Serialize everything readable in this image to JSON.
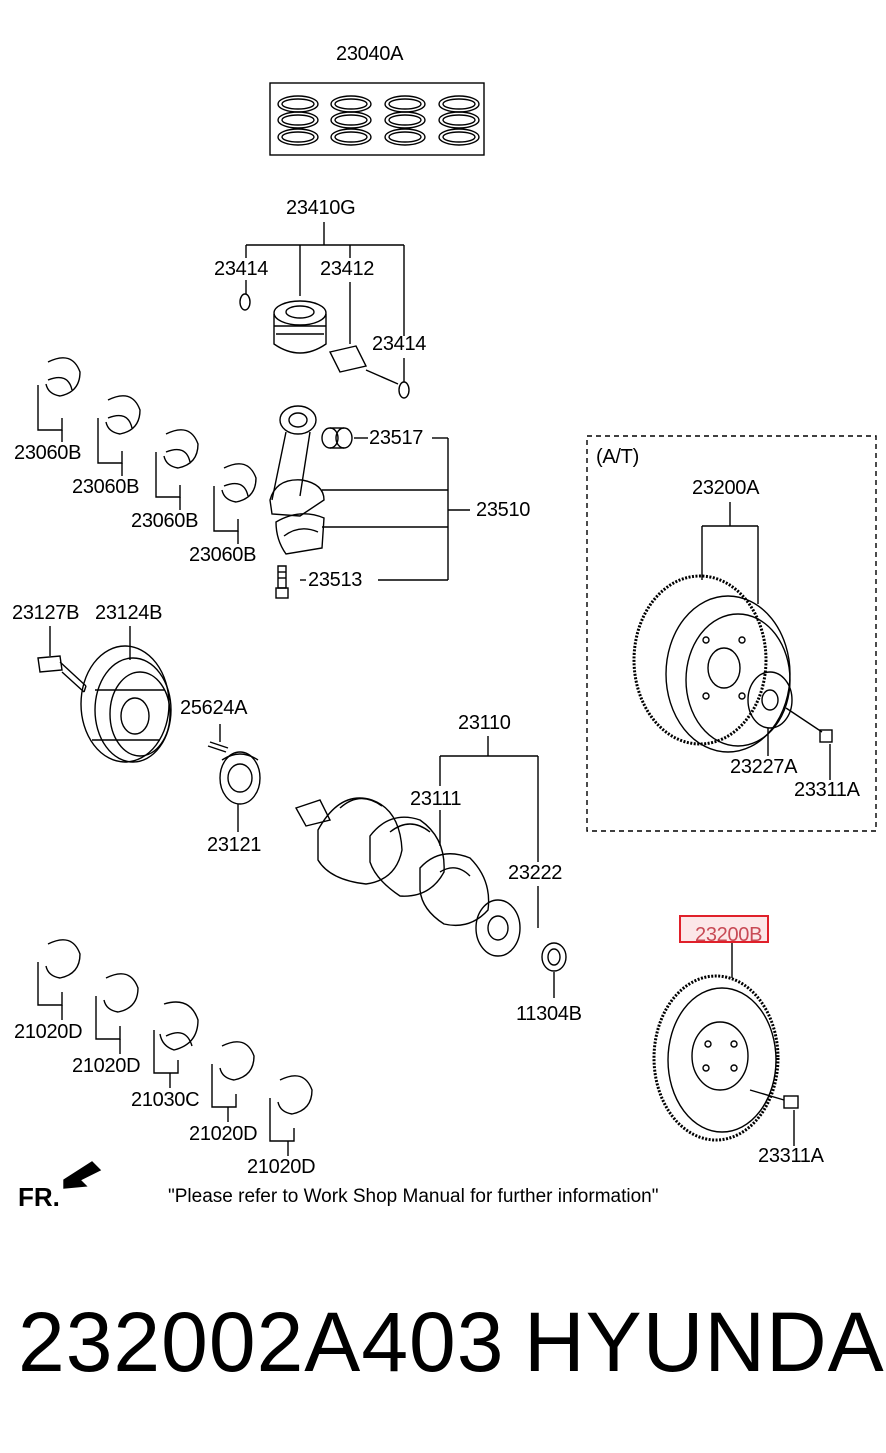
{
  "part_labels": {
    "rings": "23040A",
    "piston": "23410G",
    "snap_ring_left": "23414",
    "piston_pin": "23412",
    "snap_ring_right": "23414",
    "bearing_upper_1": "23060B",
    "bearing_upper_2": "23060B",
    "bearing_upper_3": "23060B",
    "bearing_upper_4": "23060B",
    "conrod_bushing": "23517",
    "conrod_assy": "23510",
    "conrod_bolt": "23513",
    "pulley_bolt": "23127B",
    "pulley": "23124B",
    "key": "25624A",
    "sprocket": "23121",
    "crankshaft_assy": "23110",
    "crankshaft": "23111",
    "pin": "23222",
    "seal": "11304B",
    "at_box": "(A/T)",
    "drive_plate": "23200A",
    "adapter_plate": "23227A",
    "at_bolt": "23311A",
    "flywheel_highlighted": "23200B",
    "flywheel_bolt": "23311A",
    "main_bearing_1": "21020D",
    "main_bearing_2": "21020D",
    "thrust_bearing": "21030C",
    "main_bearing_3": "21020D",
    "main_bearing_4": "21020D"
  },
  "front_marker": "FR.",
  "note": "\"Please refer to Work Shop Manual for further information\"",
  "part_number": "232002A403",
  "brand": "HYUNDAI",
  "colors": {
    "highlight_border": "#e0202a",
    "highlight_fill": "#f7dde0",
    "ink": "#000000"
  }
}
